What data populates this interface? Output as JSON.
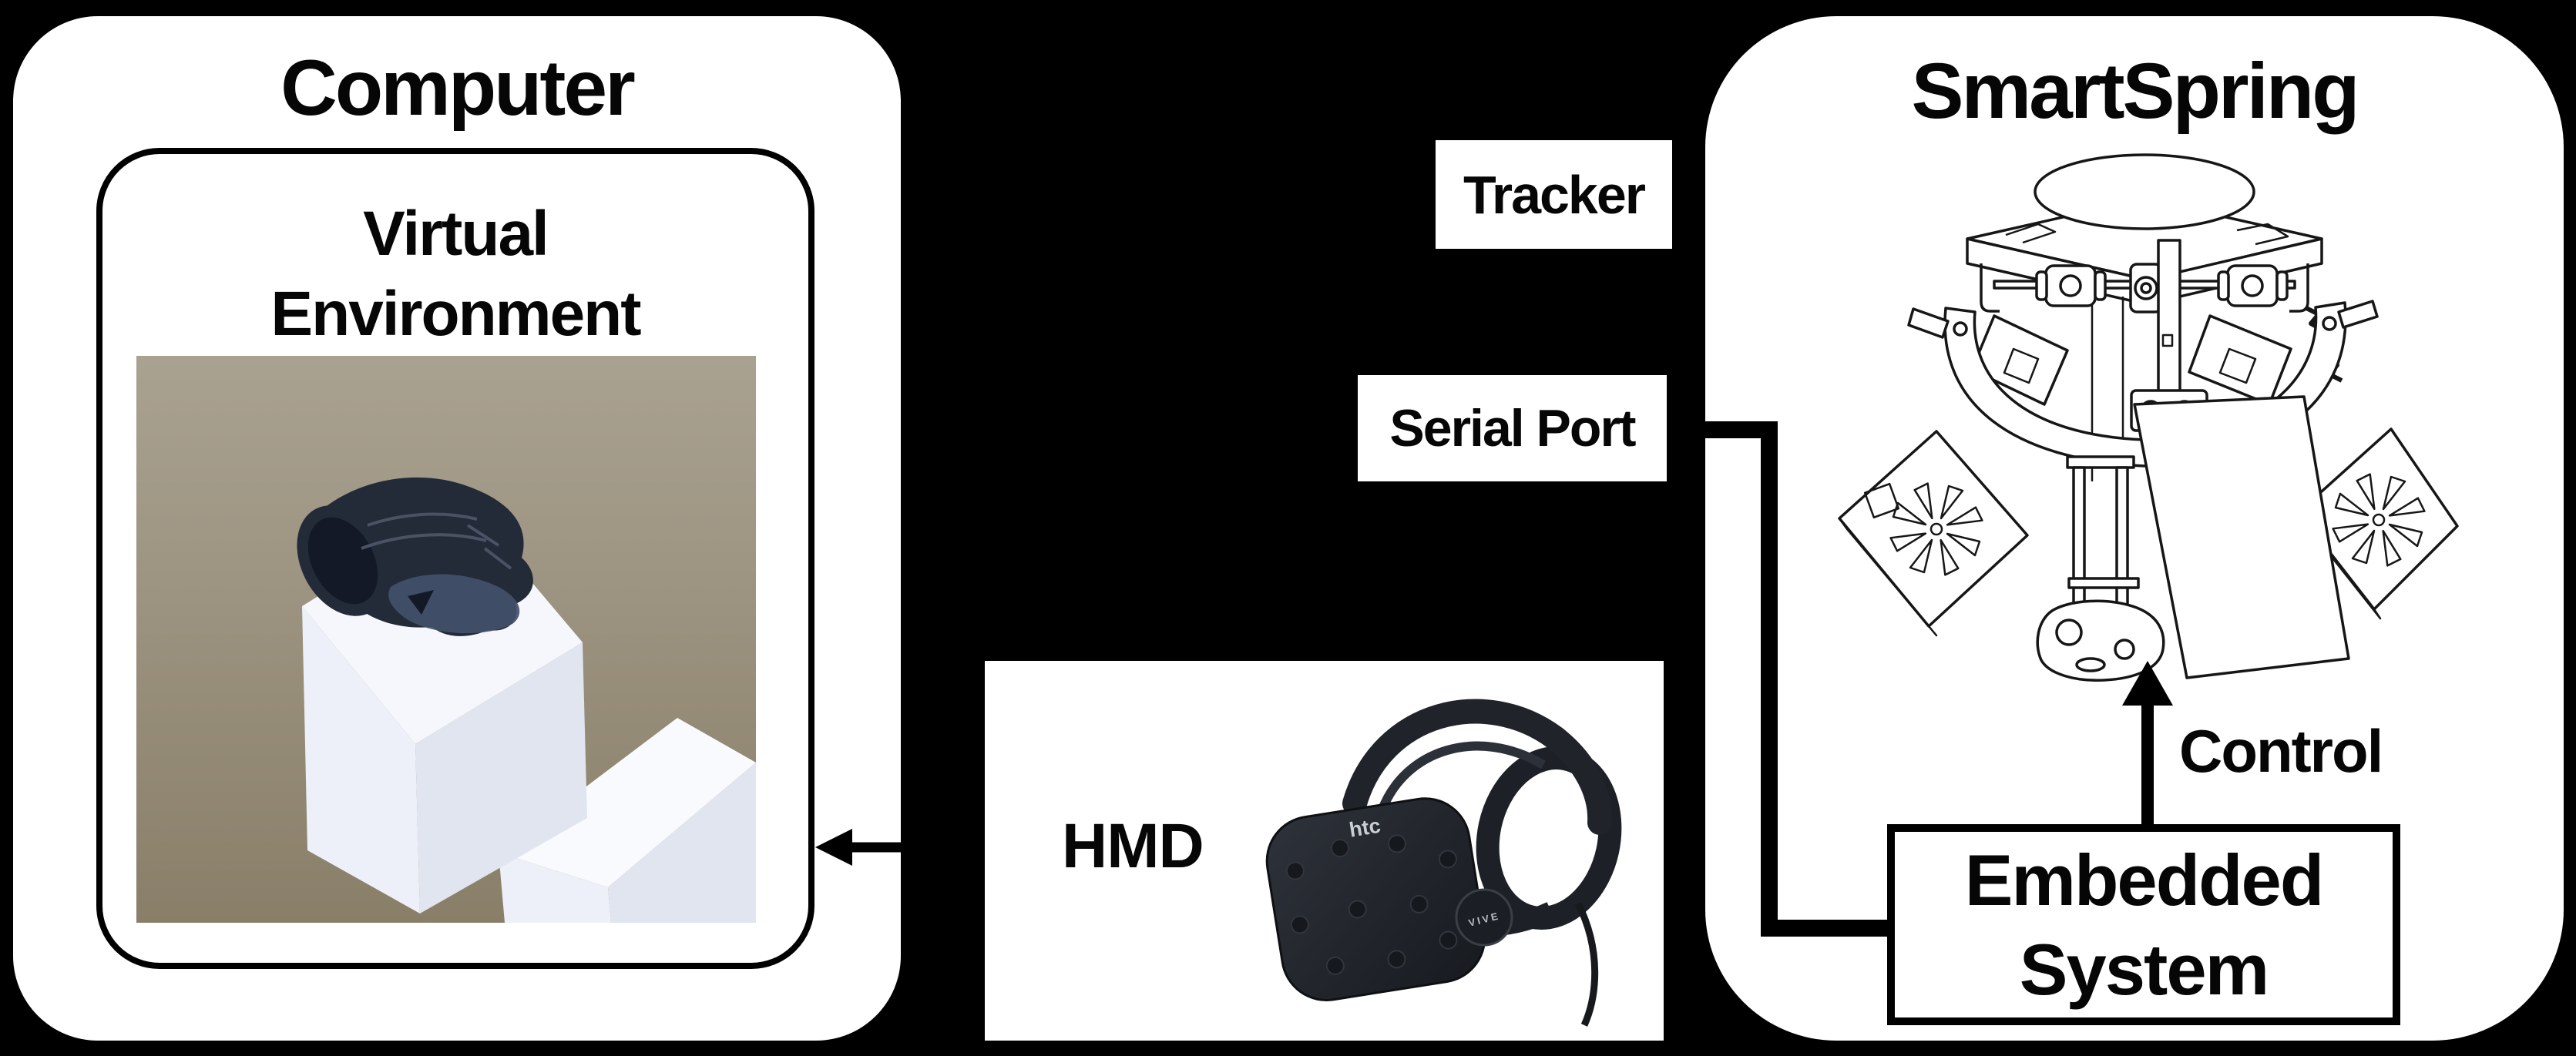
{
  "canvas": {
    "background": "#000000",
    "panel_fill": "#ffffff",
    "line_color": "#000000"
  },
  "computer": {
    "title": "Computer",
    "virtual_environment": {
      "title_line1": "Virtual",
      "title_line2": "Environment",
      "scene": {
        "sky_top": "#aaa291",
        "sky_bottom": "#897f69",
        "cube_top": "#f5f7fc",
        "cube_left": "#edf0f8",
        "cube_right": "#e1e5f0",
        "cube2_top": "#f8fafd",
        "glove_main": "#232a38",
        "glove_dark": "#131926",
        "glove_mesh": "#43506a"
      }
    }
  },
  "tracker": {
    "label": "Tracker"
  },
  "serial_port": {
    "label": "Serial Port"
  },
  "hmd": {
    "label": "HMD",
    "headset_front_logo": "htc",
    "headset_side_logo": "VIVE"
  },
  "smartspring": {
    "title": "SmartSpring",
    "control_label": "Control",
    "embedded_system": {
      "title_line1": "Embedded",
      "title_line2": "System"
    }
  }
}
